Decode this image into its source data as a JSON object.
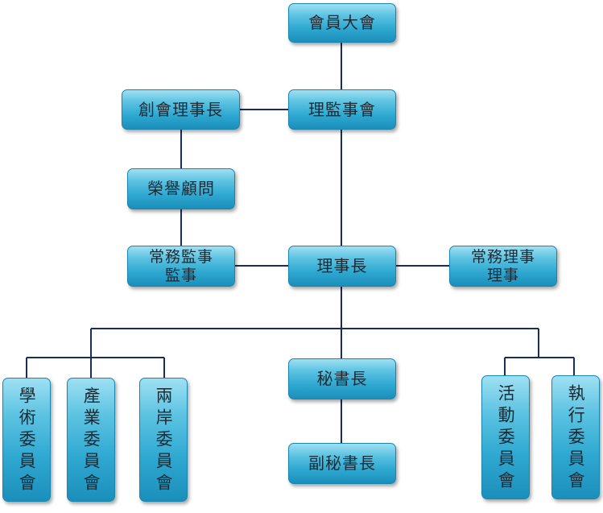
{
  "nodes": {
    "general_assembly": "會員大會",
    "council": "理監事會",
    "founding_chairman": "創會理事長",
    "honorary_advisor": "榮譽顧問",
    "standing_supervisor_line1": "常務監事",
    "standing_supervisor_line2": "監事",
    "chairman": "理事長",
    "standing_director_line1": "常務理事",
    "standing_director_line2": "理事",
    "secretary_general": "秘書長",
    "deputy_secretary_general": "副秘書長",
    "academic_committee": "學術委員會",
    "industry_committee": "產業委員會",
    "cross_strait_committee": "兩岸委員會",
    "activity_committee": "活動委員會",
    "executive_committee": "執行委員會"
  },
  "colors": {
    "node_fill": "#2ea8d1",
    "line": "#1a2e5a"
  }
}
